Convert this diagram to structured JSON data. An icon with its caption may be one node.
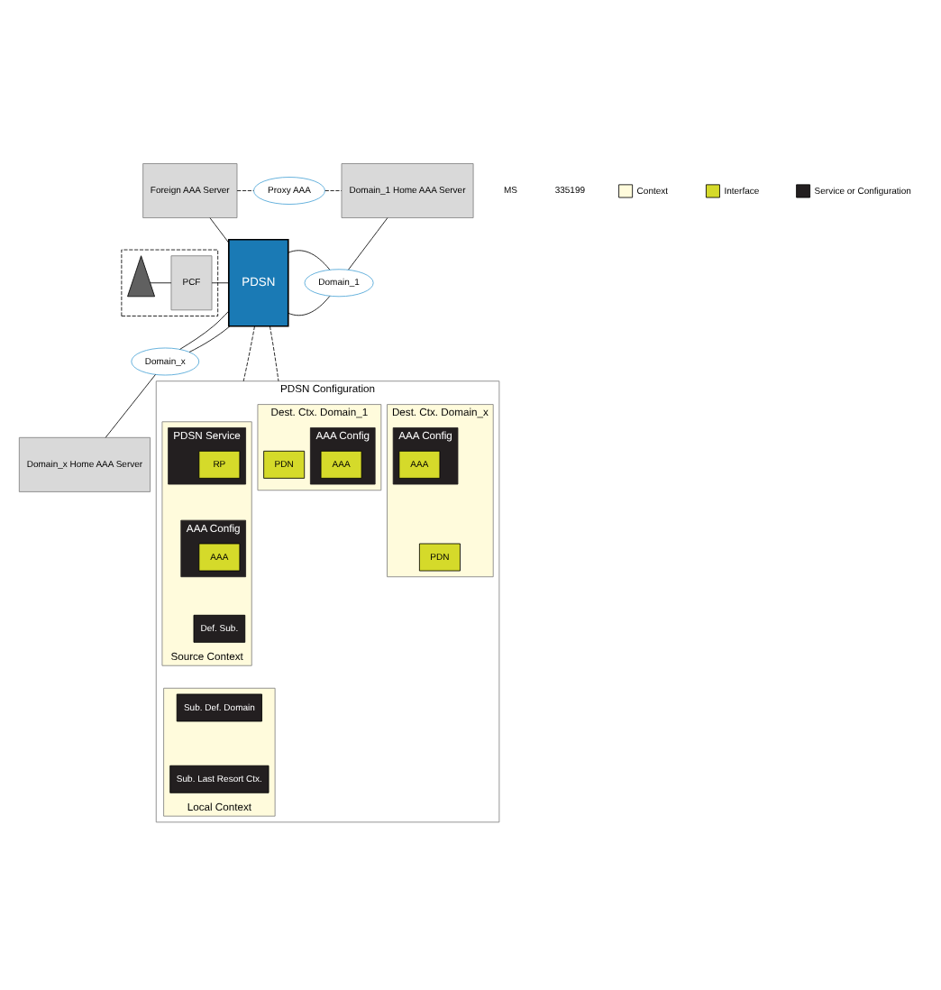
{
  "diagram": {
    "nodes": [
      {
        "text": [],
        "shape": "box"
      },
      {
        "text": [],
        "shape": "tower",
        "in": 0
      },
      {
        "text": [
          "PCF"
        ],
        "in": 0
      },
      {
        "text": [
          "PDSN"
        ]
      },
      {
        "text": [
          "Foreign AAA Server"
        ]
      },
      {
        "text": [
          "Proxy AAA"
        ]
      },
      {
        "text": [
          "Domain_1 Home AAA Server"
        ]
      },
      {
        "text": [
          "Domain_1"
        ]
      },
      {
        "text": [
          "Domain_x"
        ]
      },
      {
        "text": [
          "Domain_x Home AAA Server"
        ]
      },
      {
        "text": [
          "PDSN Configuration"
        ]
      },
      {
        "text": [
          "Source Context"
        ],
        "in": 10
      },
      {
        "text": [
          "PDSN Service"
        ],
        "in": 11
      },
      {
        "text": [
          "RP"
        ],
        "in": 12
      },
      {
        "text": [
          "AAA Config"
        ],
        "in": 11
      },
      {
        "text": [
          "AAA"
        ],
        "in": 14
      },
      {
        "text": [
          "Def. Sub."
        ],
        "in": 11
      },
      {
        "text": [
          "Local Context"
        ],
        "in": 10
      },
      {
        "text": [
          "Sub. Def. Domain"
        ],
        "in": 17
      },
      {
        "text": [
          "Sub. Last Resort Ctx."
        ],
        "in": 17
      },
      {
        "text": [
          "Dest. Ctx. Domain_1"
        ],
        "in": 10
      },
      {
        "text": [
          "PDN"
        ],
        "in": 20
      },
      {
        "text": [
          "AAA Config"
        ],
        "in": 20
      },
      {
        "text": [
          "AAA"
        ],
        "in": 22
      },
      {
        "text": [
          "Dest. Ctx. Domain_x"
        ],
        "in": 10
      },
      {
        "text": [
          "PDN"
        ],
        "in": 24
      },
      {
        "text": [
          "AAA Config"
        ],
        "in": 24
      },
      {
        "text": [
          "AAA"
        ],
        "in": 26
      }
    ],
    "edges": [
      {
        "from": 1,
        "to": 2,
        "arrow": "none"
      },
      {
        "from": 2,
        "to": 3,
        "arrow": "none"
      },
      {
        "from": 3,
        "to": 4,
        "arrow": "none"
      },
      {
        "from": 4,
        "to": 5,
        "arrow": "none",
        "style": "dashed"
      },
      {
        "from": 5,
        "to": 6,
        "arrow": "none",
        "style": "dashed"
      },
      {
        "from": 6,
        "to": 7,
        "arrow": "none"
      },
      {
        "from": 3,
        "to": 7,
        "arrow": "none"
      },
      {
        "from": 3,
        "to": 7,
        "arrow": "none"
      },
      {
        "from": 3,
        "to": 8,
        "arrow": "none"
      },
      {
        "from": 3,
        "to": 8,
        "arrow": "none"
      },
      {
        "from": 8,
        "to": 9,
        "arrow": "none"
      },
      {
        "from": 3,
        "to": 10,
        "arrow": "none",
        "style": "dashed"
      },
      {
        "from": 3,
        "to": 10,
        "arrow": "none",
        "style": "dashed"
      }
    ],
    "labels": [
      "MS",
      "335199"
    ],
    "legend": [
      {
        "text": "Context",
        "color": "#fffbdc"
      },
      {
        "text": "Interface",
        "color": "#d5da2a"
      },
      {
        "text": "Service or Configuration",
        "color": "#231f20"
      }
    ]
  }
}
